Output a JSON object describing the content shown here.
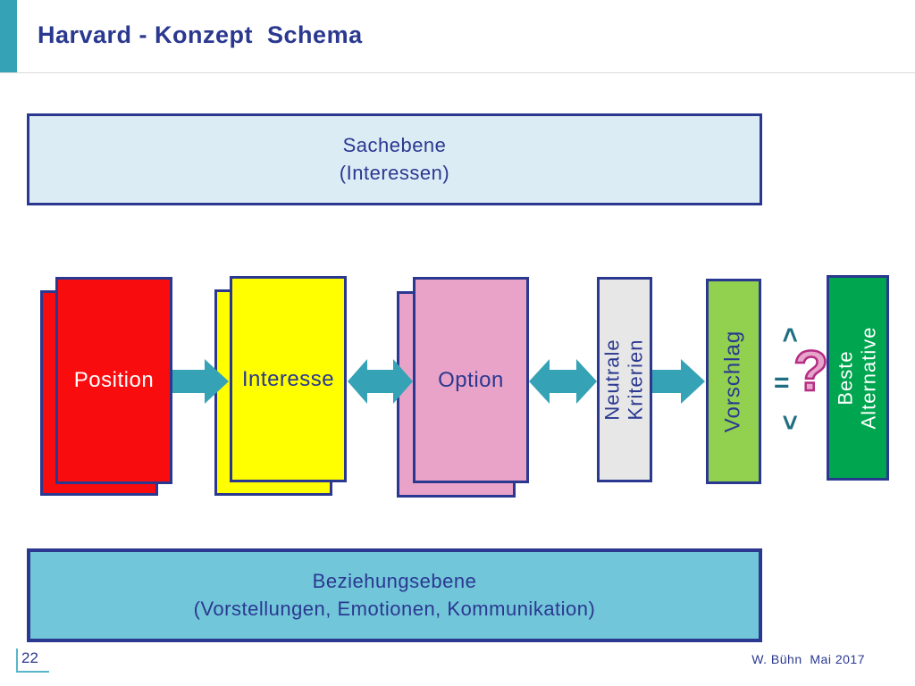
{
  "header": {
    "title": "Harvard - Konzept  Schema"
  },
  "top_box": {
    "line1": "Sachebene",
    "line2": "(Interessen)"
  },
  "flow": {
    "position": {
      "label": "Position"
    },
    "interesse": {
      "label": "Interesse"
    },
    "option": {
      "label": "Option"
    },
    "neutrale": {
      "line1": "Neutrale",
      "line2": "Kriterien"
    },
    "vorschlag": {
      "label": "Vorschlag"
    },
    "comparison": {
      "greater": ">",
      "equals": "=",
      "less": "<",
      "question": "?"
    },
    "beste": {
      "line1": "Beste",
      "line2": "Alternative"
    }
  },
  "bottom_box": {
    "line1": "Beziehungsebene",
    "line2": "(Vorstellungen, Emotionen, Kommunikation)"
  },
  "footer": {
    "page_number": "22",
    "credit": "W. Bühn  Mai 2017"
  },
  "colors": {
    "accent_teal": "#35a2b5",
    "navy": "#2a3890",
    "sachebene_fill": "#dcecf5",
    "beziehungsebene_fill": "#72c6da",
    "position_fill": "#f90c0e",
    "interesse_fill": "#ffff00",
    "option_fill": "#e9a2c8",
    "neutrale_fill": "#e7e7e7",
    "vorschlag_fill": "#92d050",
    "beste_fill": "#00a64f",
    "comparison_glyphs": "#1e6f81",
    "question_mark_fill": "#e6a6cb",
    "question_mark_stroke": "#b62d84"
  }
}
